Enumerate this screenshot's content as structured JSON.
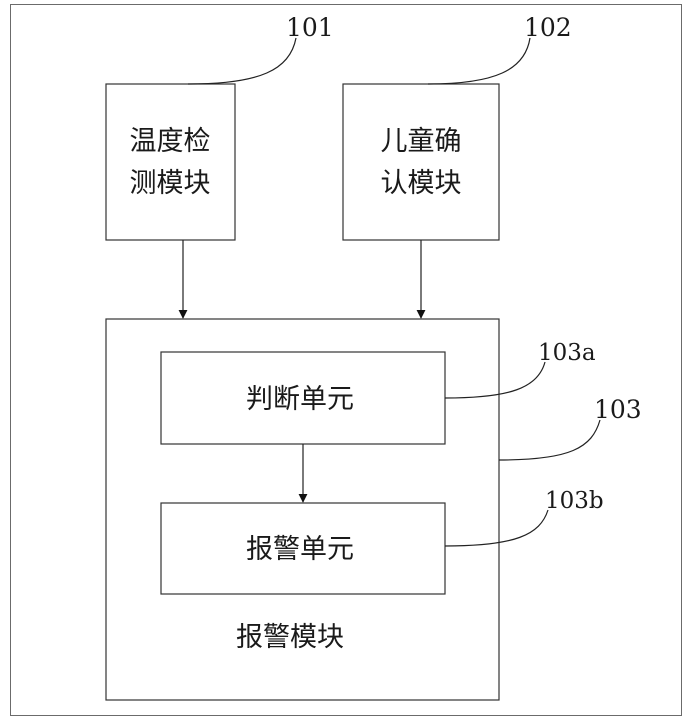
{
  "modules": {
    "temp": {
      "line1": "温度检",
      "line2": "测模块",
      "ref": "101"
    },
    "child": {
      "line1": "儿童确",
      "line2": "认模块",
      "ref": "102"
    },
    "alarm": {
      "label": "报警模块",
      "ref": "103"
    }
  },
  "units": {
    "judge": {
      "label": "判断单元",
      "ref": "103a"
    },
    "alarm": {
      "label": "报警单元",
      "ref": "103b"
    }
  }
}
